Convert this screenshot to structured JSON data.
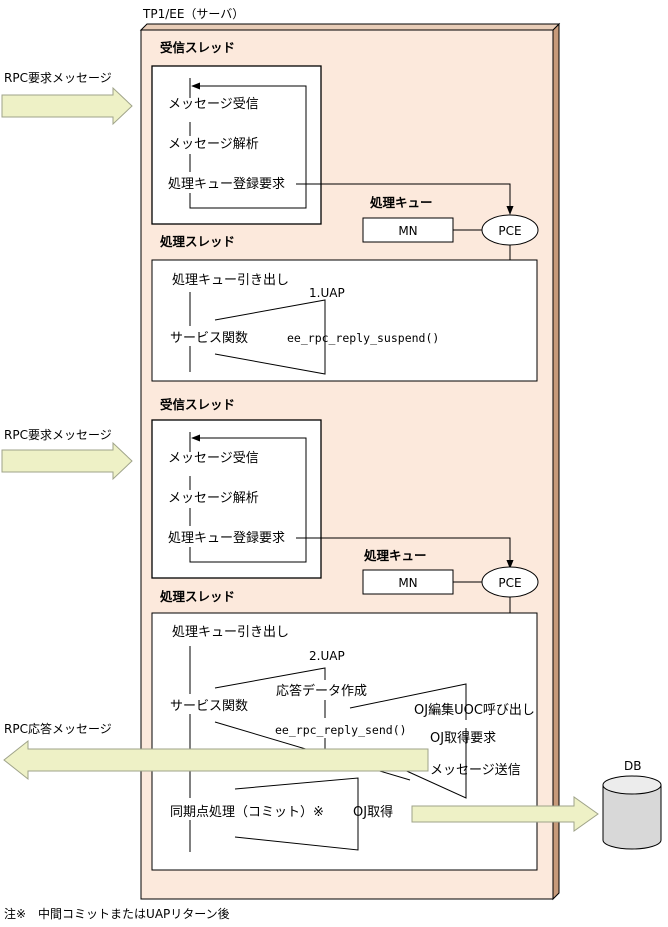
{
  "server_label": "TP1/EE（サーバ）",
  "colors": {
    "server_fill": "#fce9dc",
    "server_side": "#c79a7a",
    "arrow_fill": "#eef1c6",
    "arrow_stroke": "#9fa389",
    "db_fill": "#d8d8d8"
  },
  "block1": {
    "recv_thread_label": "受信スレッド",
    "input_message": "RPC要求メッセージ",
    "steps": [
      "メッセージ受信",
      "メッセージ解析",
      "処理キュー登録要求"
    ],
    "queue_label": "処理キュー",
    "mn": "MN",
    "pce": "PCE",
    "proc_thread_label": "処理スレッド",
    "dequeue": "処理キュー引き出し",
    "uap": "1.UAP",
    "service": "サービス関数",
    "suspend_call": "ee_rpc_reply_suspend()"
  },
  "block2": {
    "recv_thread_label": "受信スレッド",
    "input_message": "RPC要求メッセージ",
    "steps": [
      "メッセージ受信",
      "メッセージ解析",
      "処理キュー登録要求"
    ],
    "queue_label": "処理キュー",
    "mn": "MN",
    "pce": "PCE",
    "proc_thread_label": "処理スレッド",
    "dequeue": "処理キュー引き出し",
    "uap": "2.UAP",
    "make_reply": "応答データ作成",
    "service": "サービス関数",
    "send_call": "ee_rpc_reply_send()",
    "oj_uoc": "OJ編集UOC呼び出し",
    "oj_request": "OJ取得要求",
    "msg_send": "メッセージ送信",
    "reply_message": "RPC応答メッセージ",
    "sync_point": "同期点処理（コミット）※",
    "oj_get": "OJ取得",
    "db": "DB"
  },
  "note": "注※　中間コミットまたはUAPリターン後"
}
